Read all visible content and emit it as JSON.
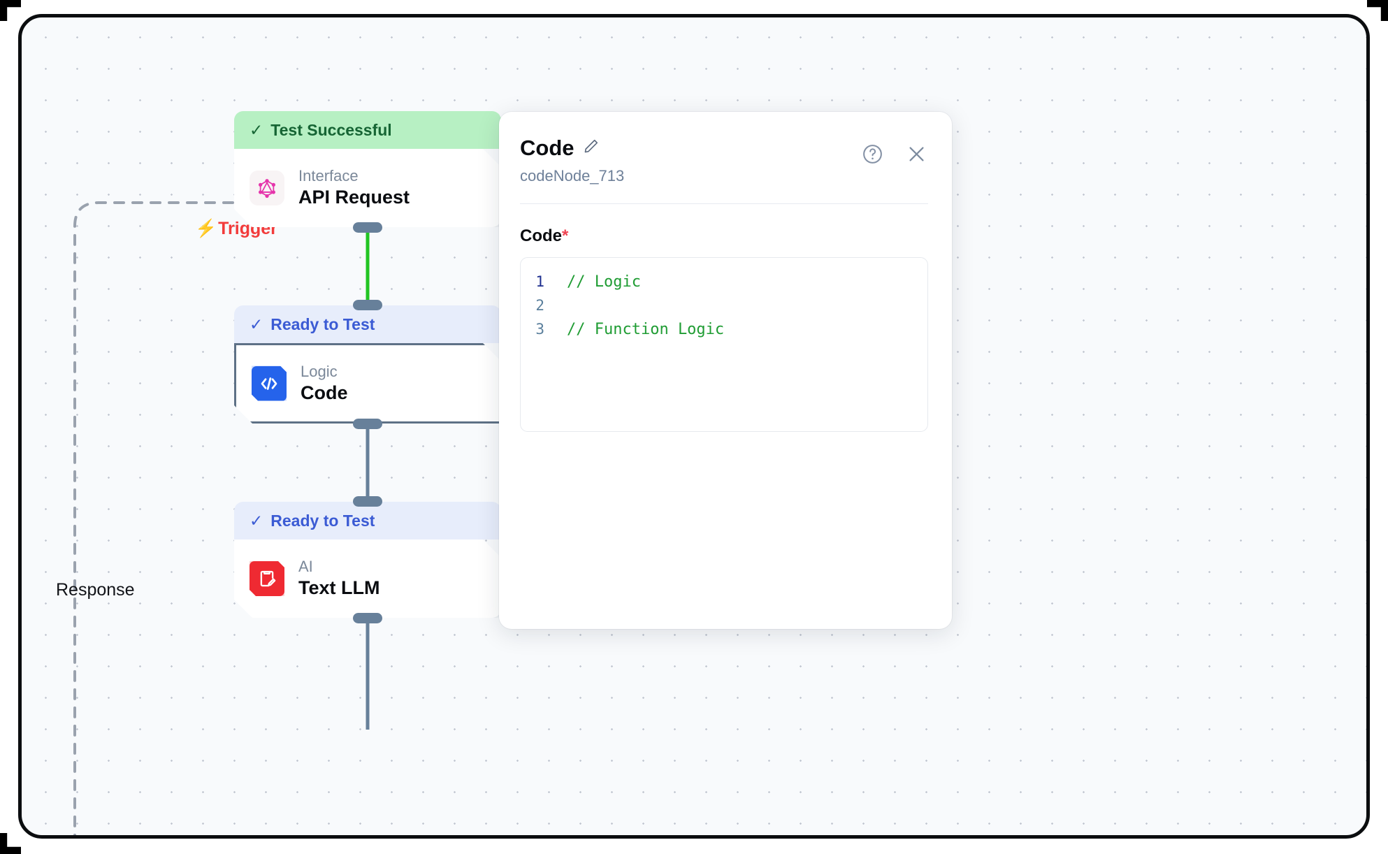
{
  "canvas": {
    "trigger_label": "Trigger",
    "trigger_bolt": "bolt-icon",
    "trigger_color": "#f23b3b",
    "response_label": "Response"
  },
  "nodes": [
    {
      "status": "Test Successful",
      "status_tick": "check-icon",
      "kind": "Interface",
      "title": "API Request",
      "icon": "graphql-icon",
      "state": "success"
    },
    {
      "status": "Ready to Test",
      "status_tick": "check-icon",
      "kind": "Logic",
      "title": "Code",
      "icon": "code-brackets-icon",
      "state": "ready",
      "selected": true
    },
    {
      "status": "Ready to Test",
      "status_tick": "check-icon",
      "kind": "AI",
      "title": "Text LLM",
      "icon": "clipboard-pencil-icon",
      "state": "ready"
    }
  ],
  "connectors": [
    {
      "from": "API Request",
      "to": "Code",
      "color": "#22c523"
    },
    {
      "from": "Code",
      "to": "Text LLM",
      "color": "#67809a"
    },
    {
      "from": "Text LLM",
      "to": "",
      "color": "#67809a"
    }
  ],
  "panel": {
    "title": "Code",
    "edit_icon": "pencil-icon",
    "subtitle": "codeNode_713",
    "help_icon": "help-circle-icon",
    "close_icon": "close-icon",
    "field_label": "Code",
    "required_marker": "*",
    "code_lines": [
      {
        "number": "1",
        "text": "// Logic"
      },
      {
        "number": "2",
        "text": ""
      },
      {
        "number": "3",
        "text": "// Function Logic"
      }
    ]
  },
  "colors": {
    "canvas_bg": "#f8fafc",
    "success_bg": "#b7f0c3",
    "success_text": "#166534",
    "ready_bg": "#e7edfb",
    "ready_text": "#3b5bd4",
    "accent_blue": "#2563eb",
    "accent_red": "#ef2a32",
    "graphql_pink": "#e535ab"
  }
}
